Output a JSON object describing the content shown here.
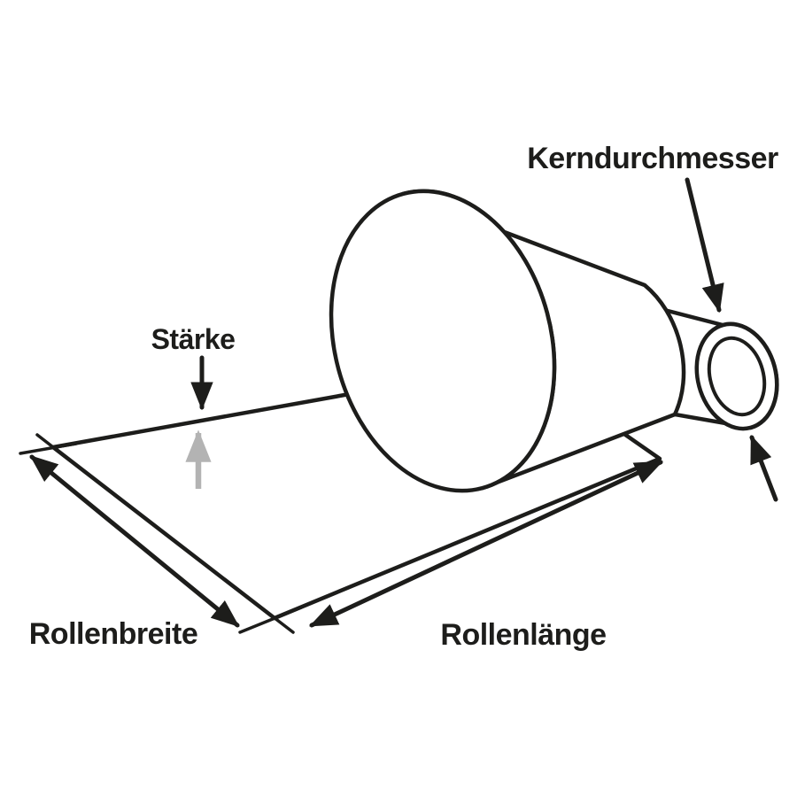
{
  "diagram": {
    "labels": {
      "core_diameter": "Kerndurchmesser",
      "thickness": "Stärke",
      "roll_width": "Rollenbreite",
      "roll_length": "Rollenlänge"
    },
    "colors": {
      "line": "#1d1d1b",
      "gray_arrow": "#b3b3b3",
      "background": "#ffffff"
    }
  }
}
